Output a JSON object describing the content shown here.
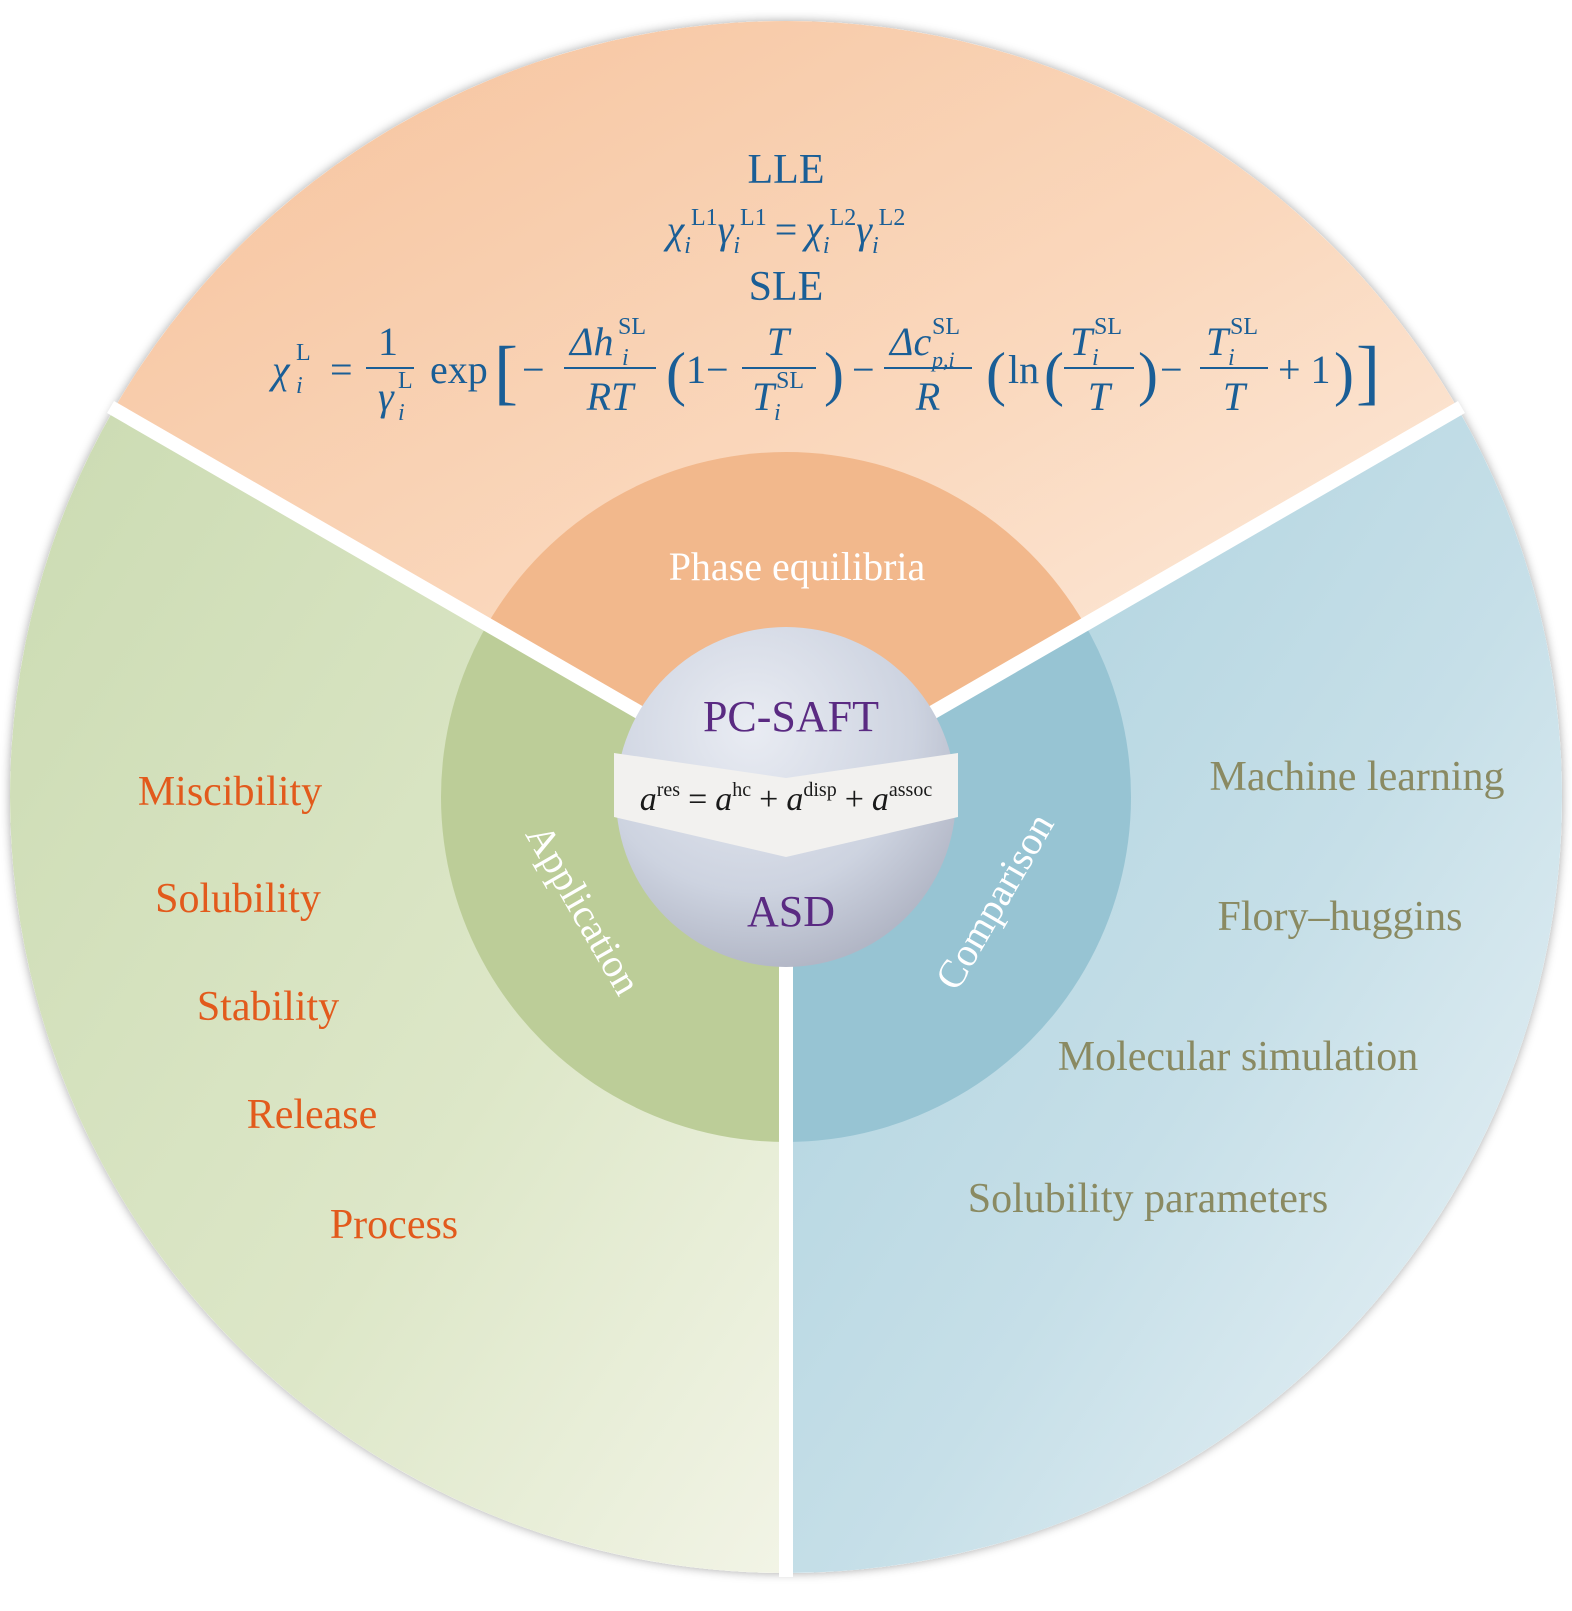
{
  "center": {
    "title": "PC-SAFT",
    "subtitle": "ASD",
    "equation": {
      "lhs": "a",
      "lhs_sup": "res",
      "eq": "=",
      "t1": "a",
      "t1_sup": "hc",
      "plus1": "+",
      "t2": "a",
      "t2_sup": "disp",
      "plus2": "+",
      "t3": "a",
      "t3_sup": "assoc"
    }
  },
  "inner_ring": {
    "top": "Phase equilibria",
    "left": "Application",
    "right": "Comparison"
  },
  "top_sector": {
    "lle_label": "LLE",
    "lle_equation": {
      "x": "χ",
      "sub_i": "i",
      "sup_l1": "L1",
      "g": "γ",
      "eq": "=",
      "sup_l2": "L2"
    },
    "sle_label": "SLE",
    "sle_equation": {
      "x": "χ",
      "sub_i": "i",
      "sup_L": "L",
      "eq": "=",
      "one": "1",
      "g": "γ",
      "exp": "exp",
      "lbr": "[",
      "rbr": "]",
      "minus": "−",
      "delta_h": "Δh",
      "sup_sl": "SL",
      "RT": "RT",
      "lpar": "(",
      "rpar": ")",
      "one_minus": "1−",
      "T": "T",
      "delta_c": "Δc",
      "sub_pi": "p,i",
      "R": "R",
      "ln": "ln",
      "plus_one": "+ 1"
    }
  },
  "left_sector": {
    "color": "#e25a1c",
    "items": [
      "Miscibility",
      "Solubility",
      "Stability",
      "Release",
      "Process"
    ]
  },
  "right_sector": {
    "color": "#8a8a62",
    "items": [
      "Machine learning",
      "Flory–huggins",
      "Molecular simulation",
      "Solubility parameters"
    ]
  },
  "colors": {
    "top_outer": "#f9d3b4",
    "top_inner": "#f2b88c",
    "left_outer": "#d3e0bd",
    "left_inner": "#bccd98",
    "right_outer": "#c3dde6",
    "right_inner": "#97c4d3",
    "center_text": "#5a2a82",
    "formula_blue": "#1a5e96"
  }
}
